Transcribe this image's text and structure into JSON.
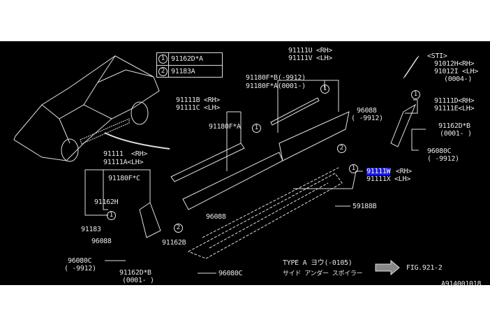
{
  "legend": [
    {
      "num": "1",
      "part": "91162D*A"
    },
    {
      "num": "2",
      "part": "91183A"
    }
  ],
  "labels": {
    "p91111U": "91111U <RH>",
    "p91111V": "91111V <LH>",
    "p91180FB": "91180F*B(-9912)",
    "p91180FA_a": "91180F*A(0001-)",
    "sti": "<STI>",
    "p91012H": "91012H<RH>",
    "p91012I": "91012I <LH>",
    "d0004": "(0004-)",
    "p91111D": "91111D<RH>",
    "p91111E": "91111E<LH>",
    "p96088_a": "96088",
    "d9912_a": "( -9912)",
    "p91162DB_a": "91162D*B",
    "d0001_a": "(0001- )",
    "p96080C_a": "96080C",
    "d9912_b": "( -9912)",
    "p91111B": "91111B <RH>",
    "p91111C": "91111C <LH>",
    "p91180FA_b": "91180F*A",
    "p91111": "91111  <RH>",
    "p91111A": "91111A<LH>",
    "p91180FC": "91180F*C",
    "p91162H": "91162H",
    "p91183": "91183",
    "p96088_b": "96088",
    "p96080C_b": "96080C",
    "d9912_c": "( -9912)",
    "p91162DB_b": "91162D*B",
    "d0001_b": "(0001- )",
    "p96088_c": "96088",
    "p91162B": "91162B",
    "p96080C_c": "96080C",
    "p91111W": "91111W",
    "rh_w": "<RH>",
    "p91111X": "91111X <LH>",
    "p59188B": "59188B",
    "type_note": "TYPE A ヨウ(-0105)",
    "type_note_jp": "サイド アンダー スポイラー",
    "fig_ref": "FIG.921-2",
    "drawing_id": "A914001018"
  },
  "callouts": {
    "one": "1",
    "two": "2"
  },
  "colors": {
    "background": "#000000",
    "lines": "#e8e8e8",
    "highlight": "#1a1ae0"
  }
}
